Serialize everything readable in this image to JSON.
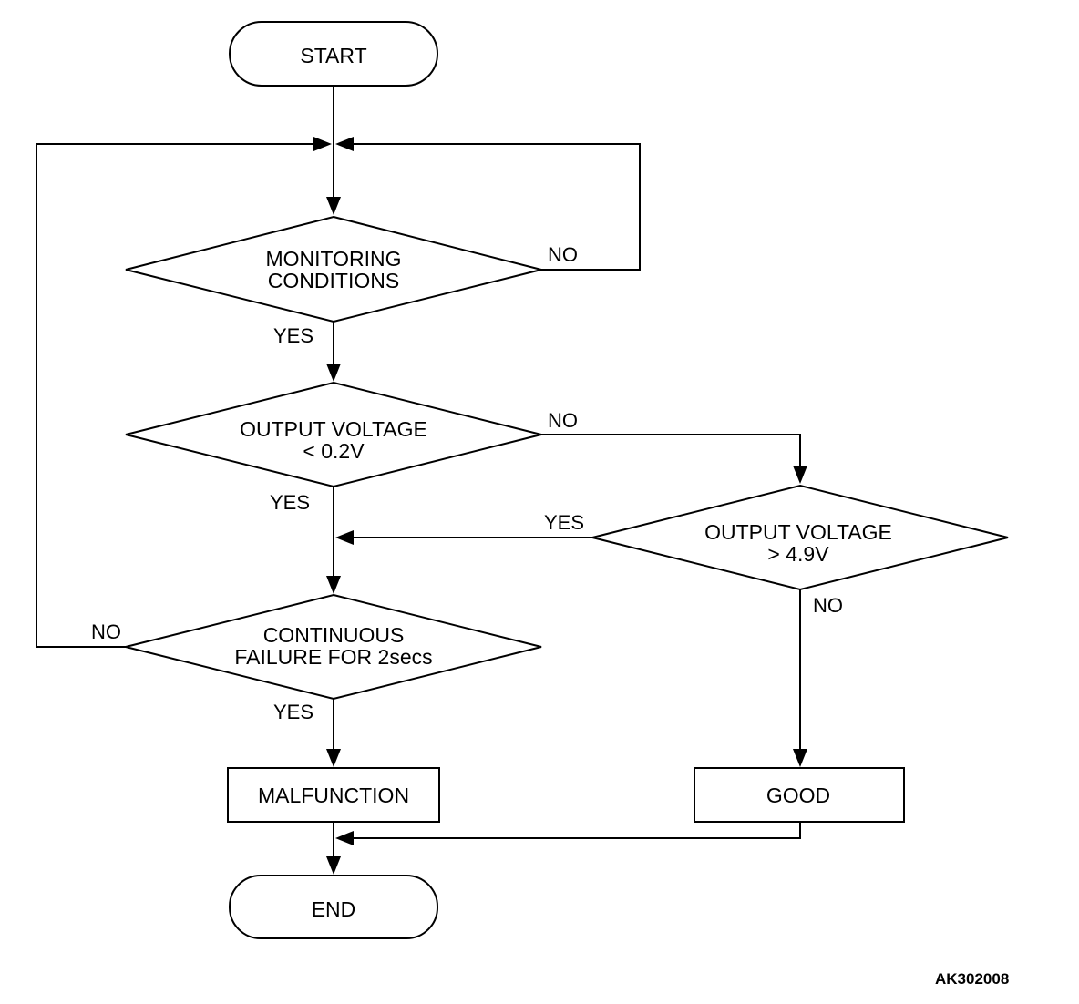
{
  "nodes": {
    "start": "START",
    "monitoring": [
      "MONITORING",
      "CONDITIONS"
    ],
    "low_voltage": [
      "OUTPUT VOLTAGE",
      "< 0.2V"
    ],
    "high_voltage": [
      "OUTPUT VOLTAGE",
      "> 4.9V"
    ],
    "continuous": [
      "CONTINUOUS",
      "FAILURE FOR 2secs"
    ],
    "malfunction": "MALFUNCTION",
    "good": "GOOD",
    "end": "END"
  },
  "labels": {
    "yes": "YES",
    "no": "NO"
  },
  "figure_code": "AK302008"
}
